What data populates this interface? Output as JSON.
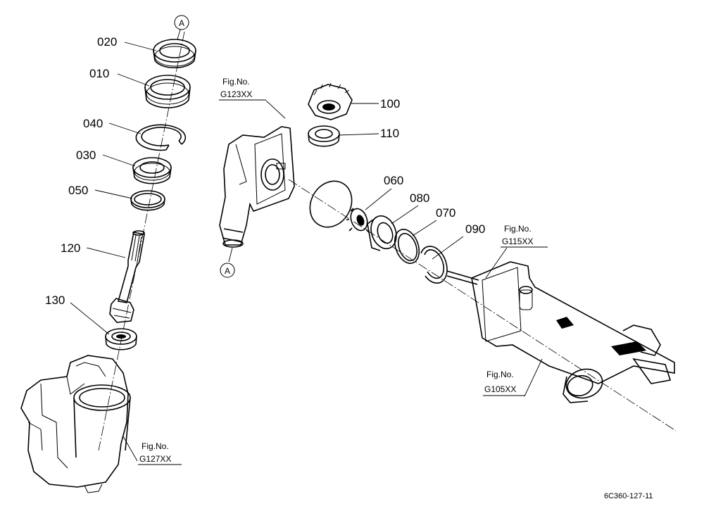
{
  "callouts": {
    "p020": "020",
    "p010": "010",
    "p040": "040",
    "p030": "030",
    "p050": "050",
    "p120": "120",
    "p130": "130",
    "p100": "100",
    "p110": "110",
    "p060": "060",
    "p080": "080",
    "p070": "070",
    "p090": "090"
  },
  "connector_mark": "A",
  "figure_refs": {
    "g123": {
      "line1": "Fig.No.",
      "line2": "G123XX"
    },
    "g115": {
      "line1": "Fig.No.",
      "line2": "G115XX"
    },
    "g105": {
      "line1": "Fig.No.",
      "line2": "G105XX"
    },
    "g127": {
      "line1": "Fig.No.",
      "line2": "G127XX"
    }
  },
  "drawing_code": "6C360-127-11"
}
